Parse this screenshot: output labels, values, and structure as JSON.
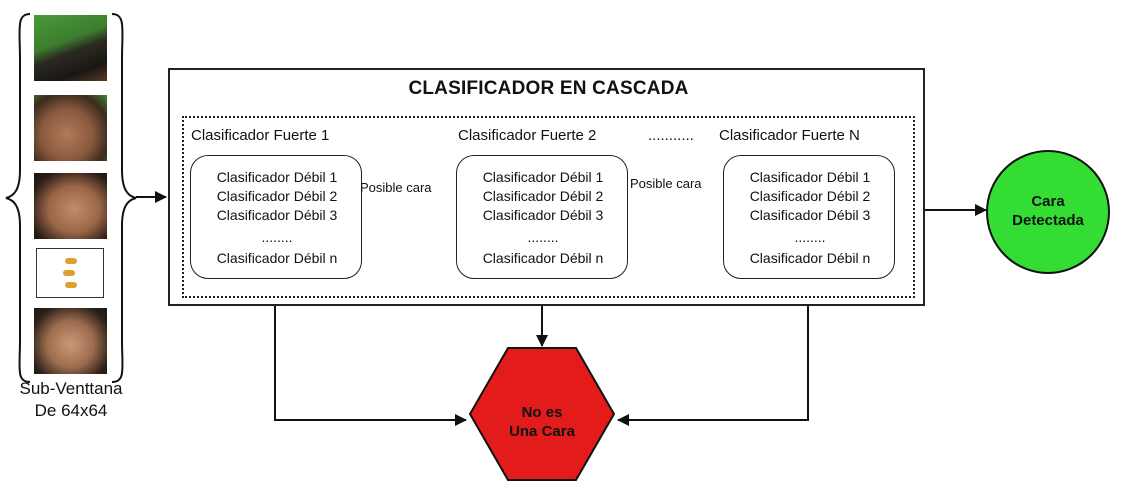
{
  "title": "CLASIFICADOR EN CASCADA",
  "strong_classifiers": [
    {
      "label": "Clasificador Fuerte 1",
      "weak": [
        "Clasificador Débil 1",
        "Clasificador Débil 2",
        "Clasificador Débil 3",
        "........",
        "Clasificador Débil n"
      ]
    },
    {
      "label": "Clasificador Fuerte 2",
      "weak": [
        "Clasificador Débil 1",
        "Clasificador Débil 2",
        "Clasificador Débil 3",
        "........",
        "Clasificador Débil n"
      ]
    },
    {
      "label": "Clasificador Fuerte N",
      "weak": [
        "Clasificador Débil 1",
        "Clasificador Débil 2",
        "Clasificador Débil 3",
        "........",
        "Clasificador Débil n"
      ]
    }
  ],
  "between_dots": "...........",
  "edge_labels": [
    "Posible cara",
    "Posible cara"
  ],
  "accept_node": {
    "line1": "Cara",
    "line2": "Detectada",
    "color": "#33dd33"
  },
  "reject_node": {
    "line1": "No es",
    "line2": "Una Cara",
    "color": "#e31b1b"
  },
  "input_caption": {
    "line1": "Sub-Venttana",
    "line2": "De 64x64"
  },
  "icons": [
    "face-thumbnail",
    "curly-brace",
    "arrow-right",
    "arrow-down",
    "circle-node",
    "hexagon-node"
  ]
}
